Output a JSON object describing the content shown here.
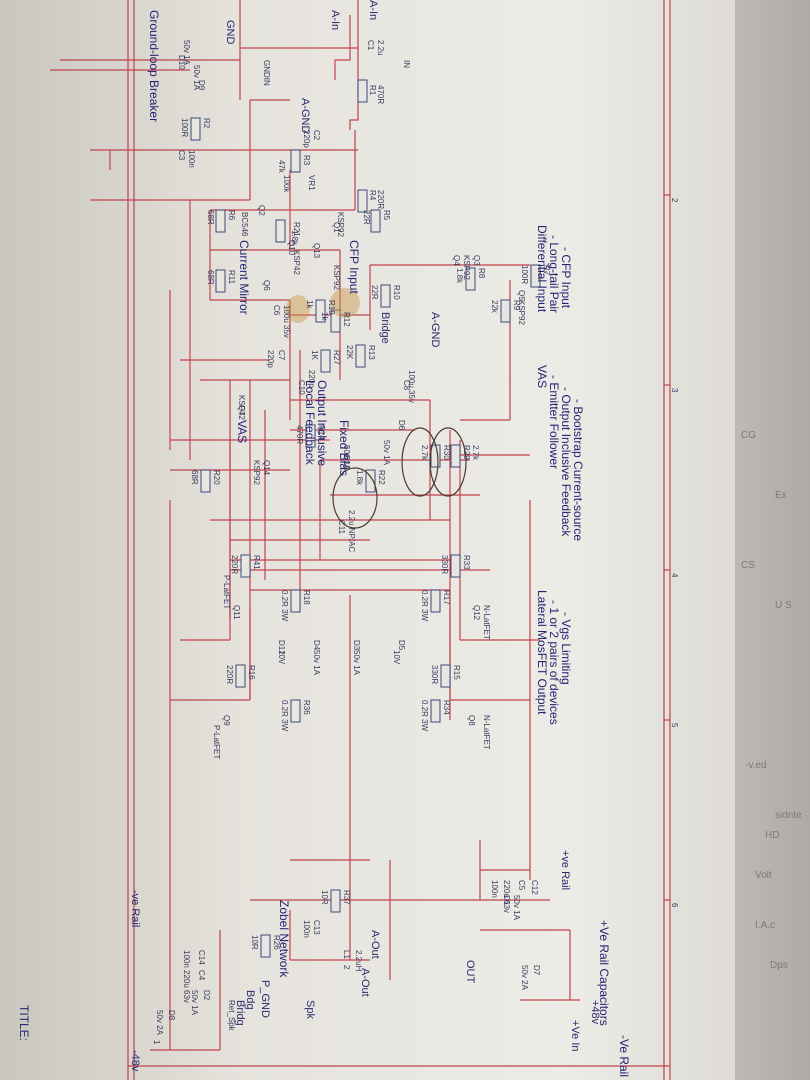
{
  "sections": {
    "input_heading": "Differential Input",
    "input_bullets": [
      "- Long-tail Pair",
      "- CFP Input"
    ],
    "vas_heading": "VAS",
    "vas_bullets": [
      "- Emitter Follower",
      "- Output Inclusive Feedback",
      "- Bootstrap Current-source"
    ],
    "output_heading": "Lateral MosFET Output",
    "output_bullets": [
      "- 1 or 2 pairs of devices",
      "- Vgs Limiting"
    ],
    "rail_caps_heading": "+Ve Rail Capacitors",
    "neg_rail_heading": "-Ve Rail",
    "zobel": "Zobel Network",
    "ground_loop": "Ground-loop Breaker",
    "fixed_bias": "Fixed Bias",
    "cfp_input": "CFP Input",
    "current_mirror": "Current Mirror",
    "output_inclusive": "Output Inclusive",
    "local_feedback": "Local Feedback",
    "vas": "VAS",
    "title_block": "TITLE:"
  },
  "nets": {
    "a_in": "A-In",
    "a_in2": "A-In",
    "in": "IN",
    "gndin": "GNDIN",
    "gnd": "GND",
    "a_gnd": "A-GND",
    "a_gnd2": "A-GND",
    "bridge": "Bridge",
    "pos_rail": "+ve Rail",
    "neg_rail": "-ve Rail",
    "plus48": "+48v",
    "minus48": "-48v",
    "vin": "+Ve In",
    "out": "OUT",
    "a_out": "A-Out",
    "a_out2": "A-Out",
    "p_gnd": "P_GND",
    "bdg": "Bdg",
    "bridge2": "Bridg",
    "spk": "Spk",
    "rspk": "Ret_Spk",
    "num1": "1",
    "num2": "2"
  },
  "parts": {
    "c1": "C1",
    "c1v": "2.2u",
    "r1": "R1",
    "r1v": "470R",
    "r2": "R2",
    "r2v": "100R",
    "c2": "C2",
    "c2v": "220p",
    "c3": "C3",
    "c3v": "100n",
    "r3": "R3",
    "r3v": "47k",
    "vr1": "VR1",
    "vr1v": "100k",
    "r4": "R4",
    "r4v": "220R",
    "r5": "R5",
    "r5v": "22R",
    "r6": "R6",
    "r6v": "68R",
    "q2": "Q2",
    "q2v": "BC546",
    "q1": "Q1",
    "q1v": "KSP92",
    "q3": "Q3",
    "r21": "R21",
    "r21v": "1.8k",
    "q10": "Q10",
    "q10v": "KSP42",
    "r7": "R7",
    "r7v": "100R",
    "q13": "Q13",
    "q13v": "KSP92",
    "q5": "Q5",
    "q5v": "KSP92",
    "r8": "R8",
    "r8v": "1.8k",
    "r9": "R9",
    "r9v": "22k",
    "r10": "R10",
    "r10v": "22R",
    "q4": "Q4",
    "q4v": "KSP92",
    "r11": "R11",
    "r11v": "68R",
    "q6": "Q6",
    "r19": "R19",
    "r19v": "1k",
    "r12": "R12",
    "r12v": "1k",
    "c6": "C6",
    "c6v": "100u 35v",
    "r13": "R13",
    "r13v": "22K",
    "r27": "R27",
    "r27v": "1K",
    "c7": "C7",
    "c7v": "220p",
    "c8": "C8",
    "c8v": "100u 35v",
    "c10": "C10",
    "c10v": "220p",
    "q7": "Q7",
    "q7v": "KSP42",
    "r14": "R14",
    "r14v": "470R",
    "q14": "Q14",
    "q14v": "KSP92",
    "r20": "R20",
    "r20v": "68R",
    "r30": "R30",
    "r30v": "2.7k",
    "r29": "R29",
    "r29v": "2.7k",
    "d6": "D6",
    "d6v": "50v 1A",
    "d11": "D11",
    "d11v": "50v 1A",
    "r22": "R22",
    "r22v": "1.8k",
    "c11": "C11",
    "c11v": "2.2u NP/AC",
    "r33": "R33",
    "r33v": "330R",
    "r41": "R41",
    "r41v": "220R",
    "r17": "R17",
    "r17v": "0.2R 3W",
    "r18": "R18",
    "r18v": "0.2R 3W",
    "q12": "Q12",
    "q12v": "N-LatFET",
    "q11": "Q11",
    "q11v": "P-LatFET",
    "d5": "D5",
    "d5v": "10V",
    "d3": "D3",
    "d3v": "50v 1A",
    "d4": "D4",
    "d4v": "50v 1A",
    "d12": "D12",
    "d12v": "10V",
    "r15": "R15",
    "r15v": "330R",
    "r16": "R16",
    "r16v": "220R",
    "r34": "R34",
    "r34v": "0.2R 3W",
    "r36": "R36",
    "r36v": "0.2R 3W",
    "q8": "Q8",
    "q8v": "N-LatFET",
    "q9": "Q9",
    "q9v": "P-LatFET",
    "c5": "C5",
    "c5v": "220u 63v",
    "c12": "C12",
    "c12v": "100n",
    "d1": "D1",
    "d1v": "50v 1A",
    "d7": "D7",
    "d7v": "50v 2A",
    "c13": "C13",
    "c13v": "100n",
    "r37": "R37",
    "r37v": "10R",
    "l1": "L1",
    "l1v": "2.2uH",
    "r26": "R26",
    "r26v": "10R",
    "c14": "C14",
    "c14v": "100n",
    "c4": "C4",
    "c4v": "220u 63v",
    "d2": "D2",
    "d2v": "50v 1A",
    "d8": "D8",
    "d8v": "50v 2A",
    "d10": "D10",
    "d10v": "50v 1A",
    "d9": "D9",
    "d9v": "50v 1A"
  },
  "frame_numbers": [
    "2",
    "3",
    "4",
    "5",
    "6"
  ],
  "edge_text": [
    "CG",
    "Ex",
    "CS",
    "U S",
    "-v.ed",
    "HD",
    "Volt",
    "sidnte",
    "I.A.c",
    "Dps"
  ]
}
